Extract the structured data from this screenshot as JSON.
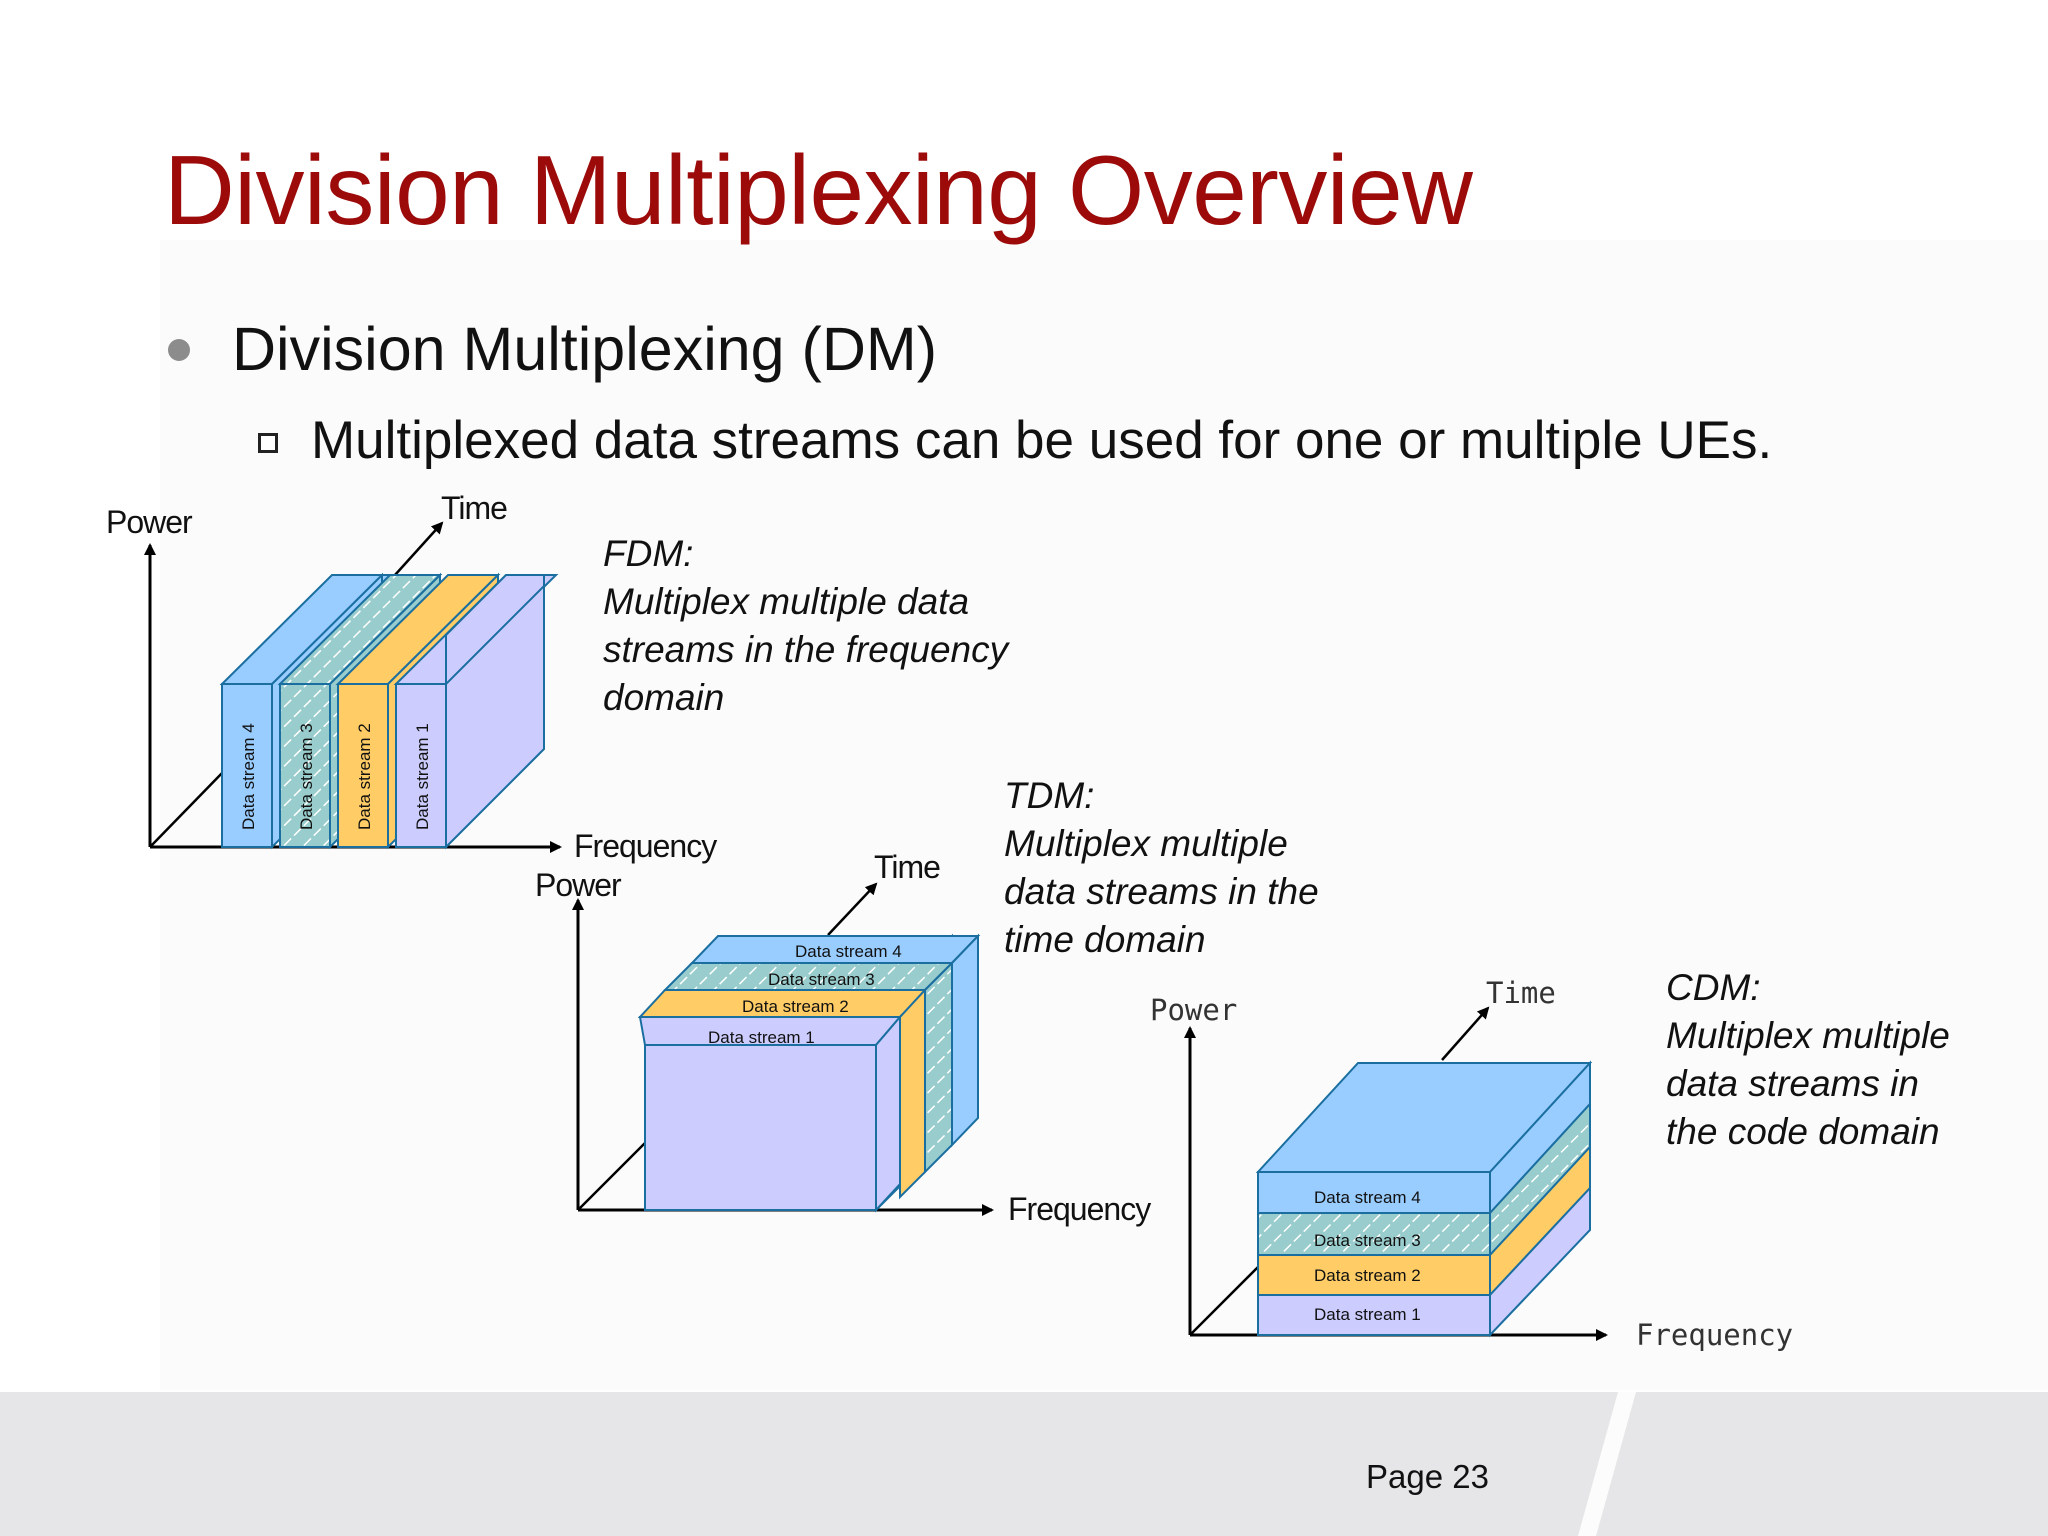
{
  "slide": {
    "title": "Division Multiplexing Overview",
    "bullet_level1": "Division Multiplexing (DM)",
    "bullet_level2": "Multiplexed data streams can be used for one or multiple UEs.",
    "page_label": "Page 23"
  },
  "colors": {
    "title": "#9c0a0a",
    "stream1": "#ccccff",
    "stream2": "#ffcc66",
    "stream3": "#99cccc",
    "stream4": "#99ccff",
    "outline": "#1a6fa0"
  },
  "fdm": {
    "power_label": "Power",
    "time_label": "Time",
    "frequency_label": "Frequency",
    "streams": [
      "Data  stream 4",
      "Data  stream 3",
      "Data  stream 2",
      "Data  stream 1"
    ],
    "heading": "FDM:",
    "description": [
      "Multiplex multiple data",
      "streams in the frequency",
      "domain"
    ]
  },
  "tdm": {
    "power_label": "Power",
    "time_label": "Time",
    "frequency_label": "Frequency",
    "streams": [
      "Data  stream 4",
      "Data  stream 3",
      "Data  stream 2",
      "Data  stream 1"
    ],
    "heading": "TDM:",
    "description": [
      "Multiplex multiple",
      "data streams in the",
      "time domain"
    ]
  },
  "cdm": {
    "power_label": "Power",
    "time_label": "Time",
    "frequency_label": "Frequency",
    "streams": [
      "Data  stream 4",
      "Data  stream 3",
      "Data  stream 2",
      "Data  stream 1"
    ],
    "heading": "CDM:",
    "description": [
      "Multiplex multiple",
      "data streams in",
      "the code domain"
    ]
  }
}
